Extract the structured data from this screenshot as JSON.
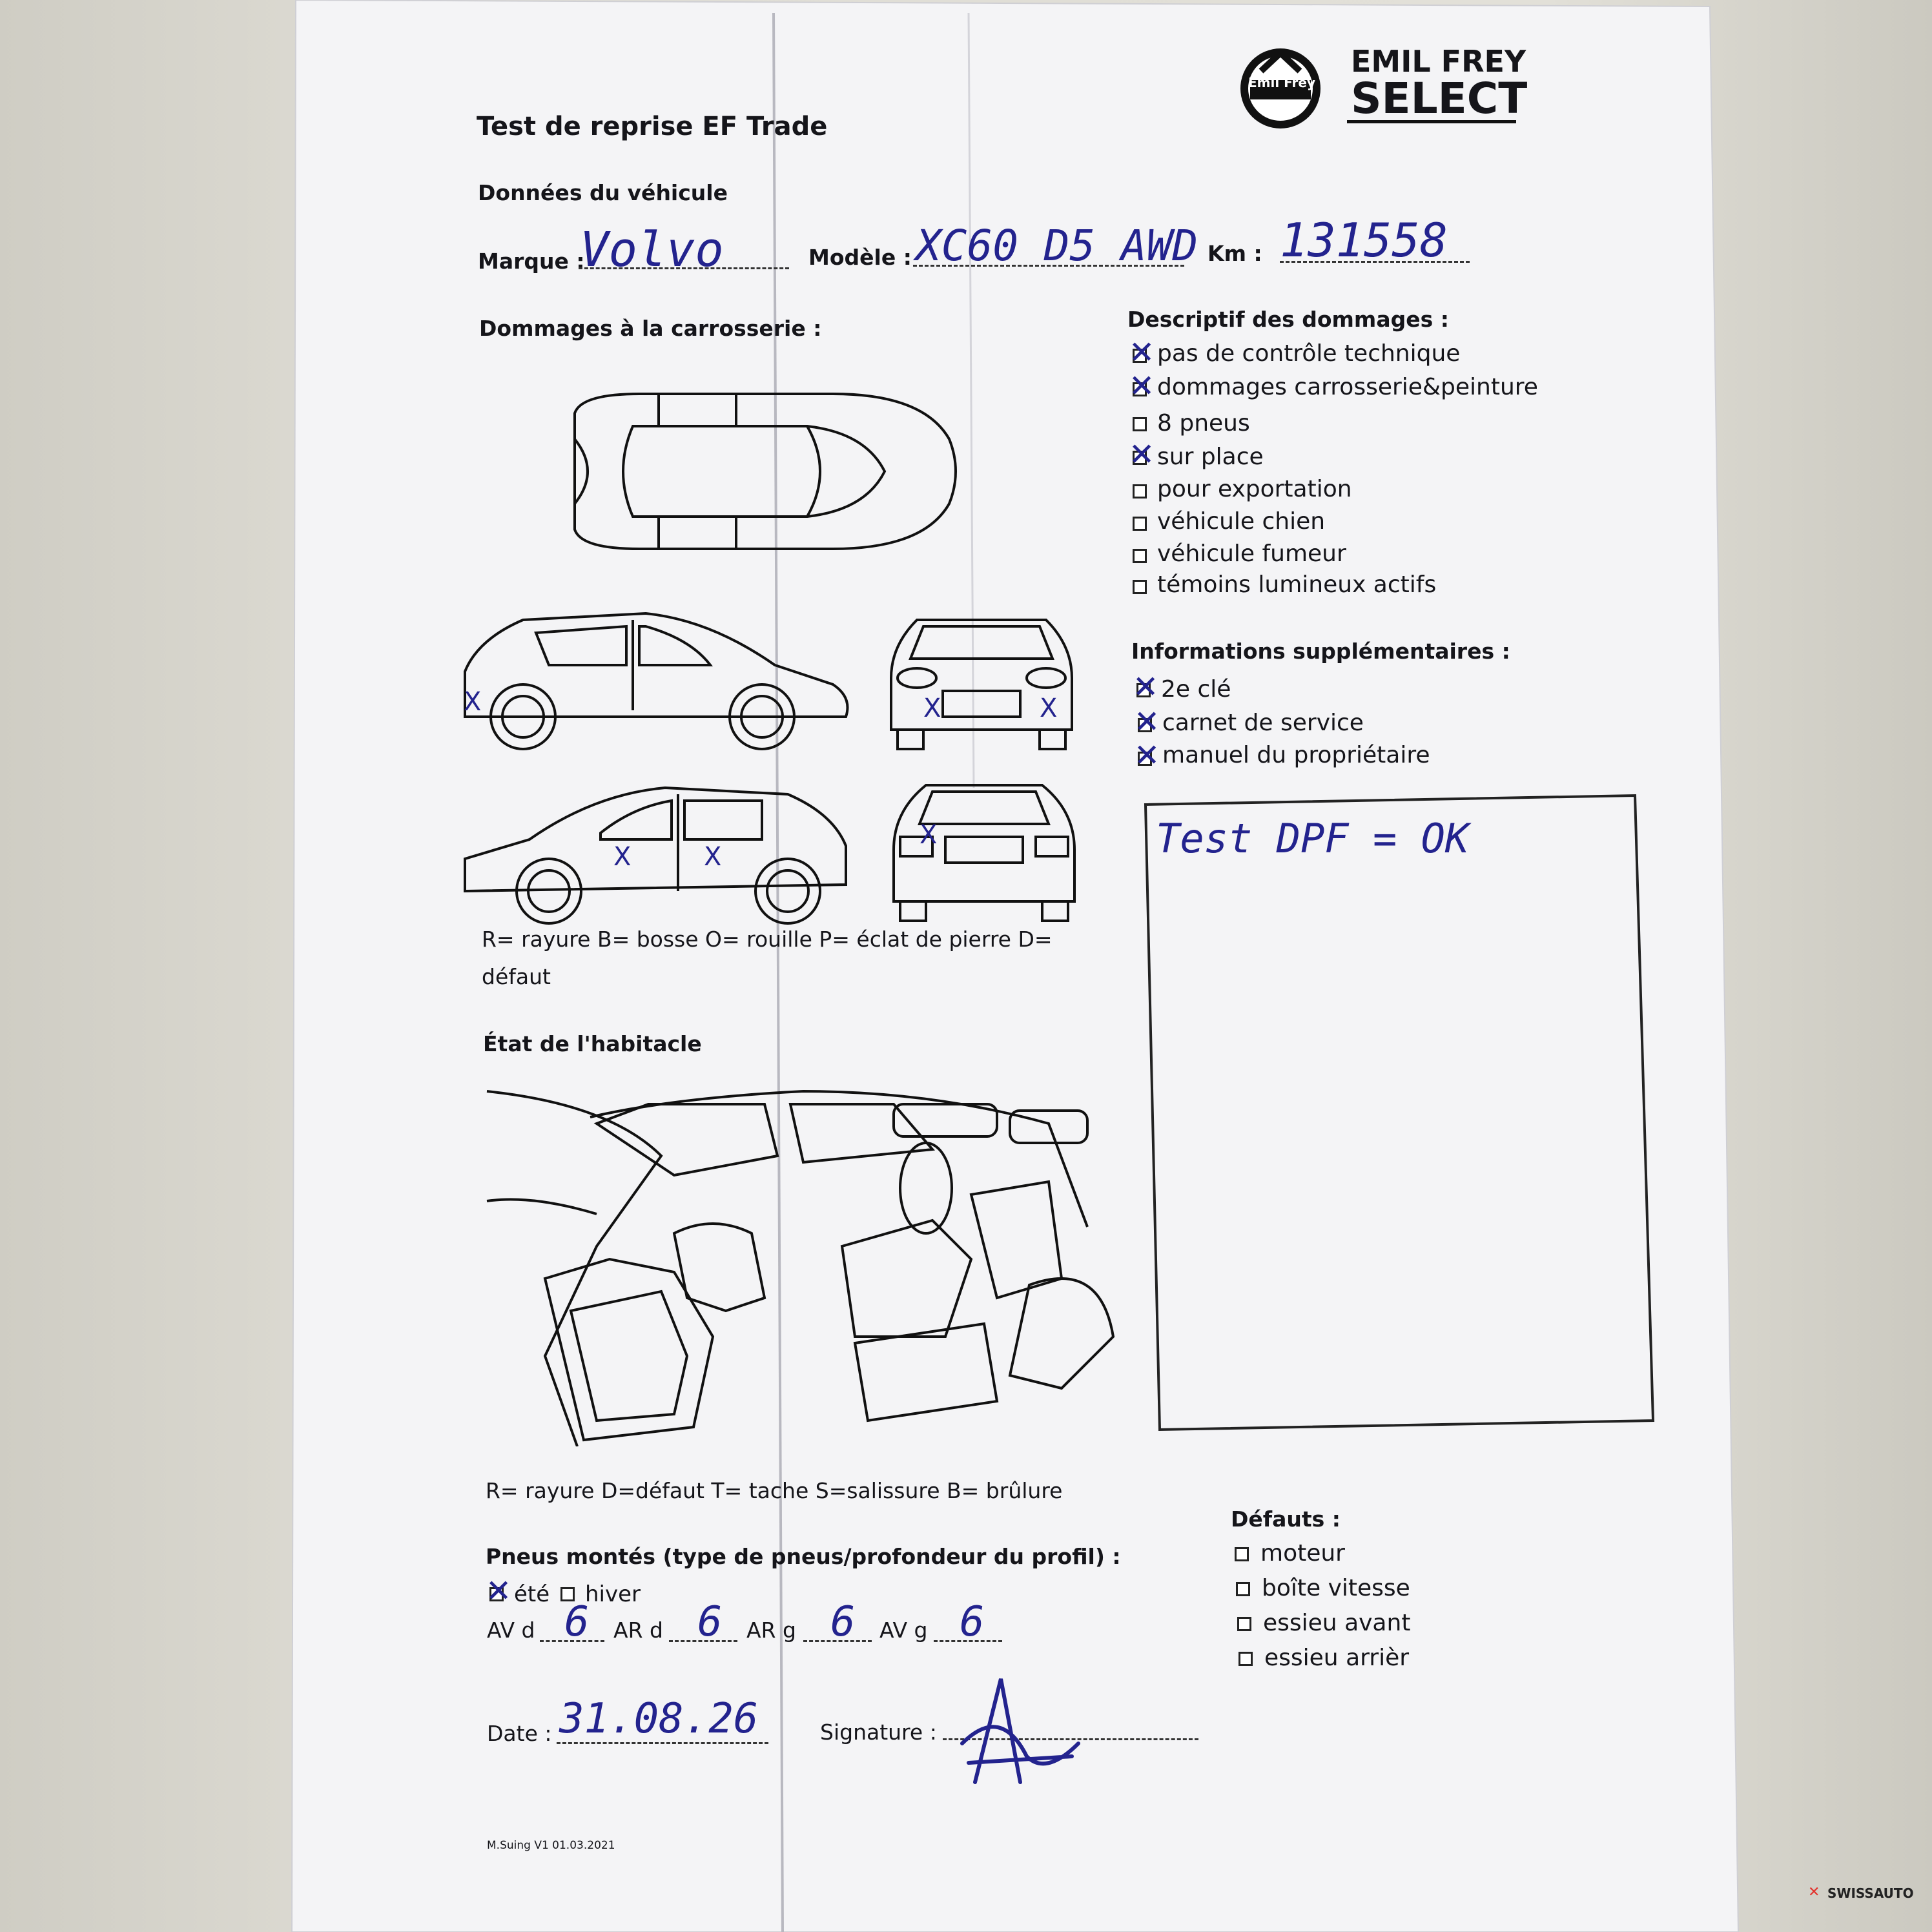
{
  "page": {
    "title": "Test de reprise EF Trade",
    "logo": {
      "line1": "EMIL FREY",
      "line2": "SELECT",
      "emblem_text": "Emil Frey"
    }
  },
  "vehicle": {
    "section": "Données du véhicule",
    "make_label": "Marque :",
    "make_value": "Volvo",
    "model_label": "Modèle :",
    "model_value": "XC60 D5 AWD",
    "km_label": "Km :",
    "km_value": "131558"
  },
  "body_damage": {
    "title": "Dommages à la carrosserie :",
    "legend_line1": "R= rayure B= bosse O= rouille P= éclat de pierre D=",
    "legend_line2": "défaut"
  },
  "damage_description": {
    "title": "Descriptif des dommages :",
    "items": [
      {
        "label": "pas de contrôle technique",
        "checked": true
      },
      {
        "label": "dommages carrosserie&peinture",
        "checked": true
      },
      {
        "label": "8 pneus",
        "checked": false
      },
      {
        "label": "sur place",
        "checked": true
      },
      {
        "label": "pour exportation",
        "checked": false
      },
      {
        "label": "véhicule chien",
        "checked": false
      },
      {
        "label": "véhicule fumeur",
        "checked": false
      },
      {
        "label": "témoins lumineux actifs",
        "checked": false
      }
    ]
  },
  "extra_info": {
    "title": "Informations supplémentaires :",
    "items": [
      {
        "label": "2e clé",
        "checked": true
      },
      {
        "label": "carnet de service",
        "checked": true
      },
      {
        "label": "manuel du propriétaire",
        "checked": true
      }
    ]
  },
  "notes": {
    "text": "Test DPF = OK"
  },
  "interior": {
    "title": "État de l'habitacle",
    "legend": "R= rayure D=défaut T= tache S=salissure B= brûlure"
  },
  "tires": {
    "title": "Pneus montés (type de pneus/profondeur du profil) :",
    "summer_label": "été",
    "summer_checked": true,
    "winter_label": "hiver",
    "winter_checked": false,
    "av_d_label": "AV d",
    "av_d_value": "6",
    "ar_d_label": "AR d",
    "ar_d_value": "6",
    "ar_g_label": "AR g",
    "ar_g_value": "6",
    "av_g_label": "AV g",
    "av_g_value": "6"
  },
  "defects": {
    "title": "Défauts :",
    "items": [
      {
        "label": "moteur",
        "checked": false
      },
      {
        "label": "boîte vitesse",
        "checked": false
      },
      {
        "label": "essieu avant",
        "checked": false
      },
      {
        "label": "essieu arrièr",
        "checked": false
      }
    ]
  },
  "footer": {
    "date_label": "Date :",
    "date_value": "31.08.26",
    "signature_label": "Signature :",
    "version": "M.Suing V1 01.03.2021"
  },
  "watermark": {
    "text": "SWISSAUTO"
  },
  "colors": {
    "ink": "#23238e",
    "print": "#15151a",
    "paper": "#f5f5f7"
  }
}
